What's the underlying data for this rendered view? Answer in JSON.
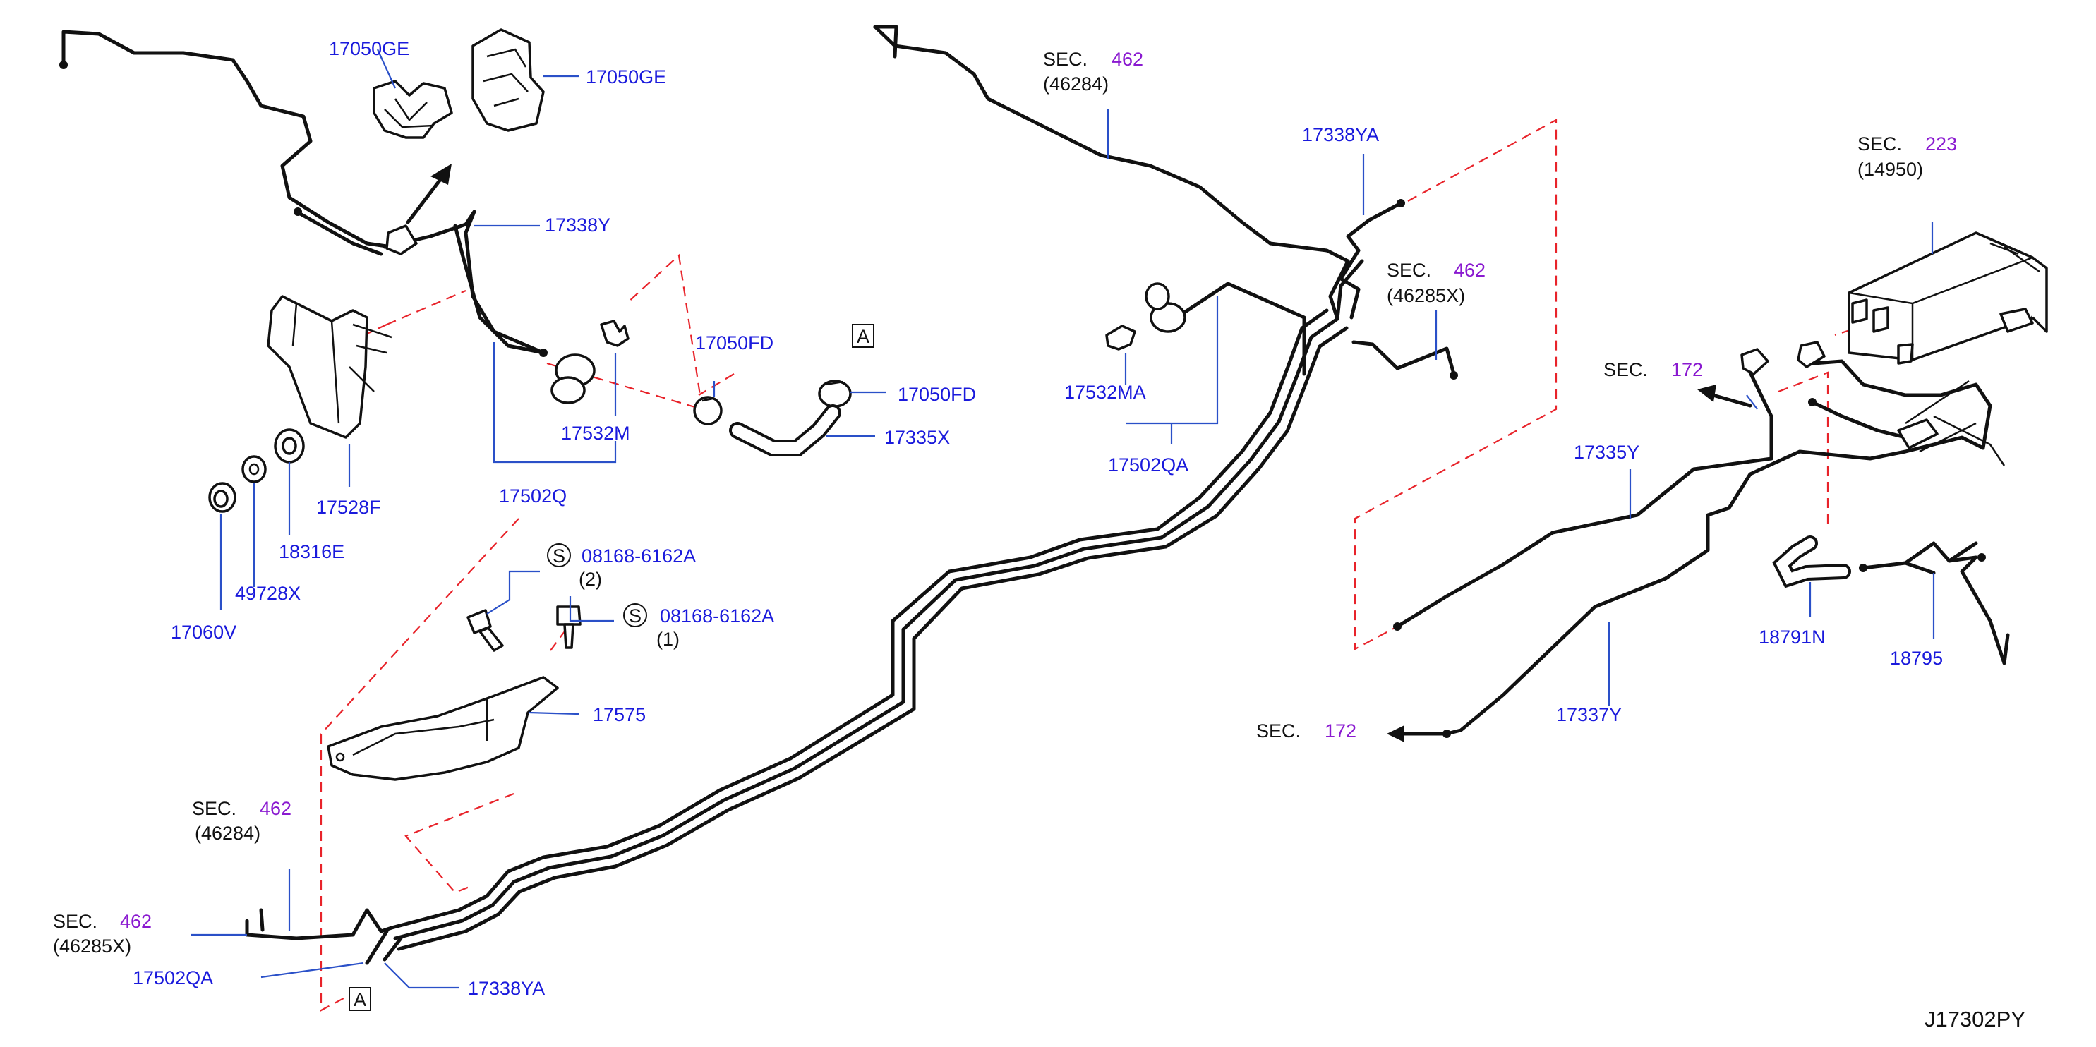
{
  "diagram_id": "J17302PY",
  "part_labels": {
    "p17050GE_a": "17050GE",
    "p17050GE_b": "17050GE",
    "p17338Y": "17338Y",
    "p17528F": "17528F",
    "p18316E": "18316E",
    "p49728X": "49728X",
    "p17060V": "17060V",
    "p17502Q": "17502Q",
    "p17532M": "17532M",
    "p17050FD_a": "17050FD",
    "p17050FD_b": "17050FD",
    "p17335X": "17335X",
    "p08168_2": "08168-6162A",
    "p08168_1": "08168-6162A",
    "qty_2": "(2)",
    "qty_1": "(1)",
    "p17575": "17575",
    "p17502QA_a": "17502QA",
    "p17502QA_b": "17502QA",
    "p17338YA_a": "17338YA",
    "p17338YA_b": "17338YA",
    "p17532MA": "17532MA",
    "p17335Y": "17335Y",
    "p17337Y": "17337Y",
    "p18791N": "18791N",
    "p18795": "18795"
  },
  "section_refs": {
    "prefix": "SEC.",
    "s462_top": "462",
    "s462_top_sub": "(46284)",
    "s462_mid": "462",
    "s462_mid_sub": "(46285X)",
    "s223": "223",
    "s223_sub": "(14950)",
    "s172_upper": "172",
    "s172_lower": "172",
    "s462_bl": "462",
    "s462_bl_sub": "(46284)",
    "s462_left": "462",
    "s462_left_sub": "(46285X)"
  },
  "markers": {
    "ref_a": "A",
    "screw_symbol": "S"
  },
  "colors": {
    "part_number": "#1a1adc",
    "section_number": "#8a1ad0",
    "leader_line": "#2a50c8",
    "reference_dashes": "#e8232a",
    "outline": "#111111"
  }
}
